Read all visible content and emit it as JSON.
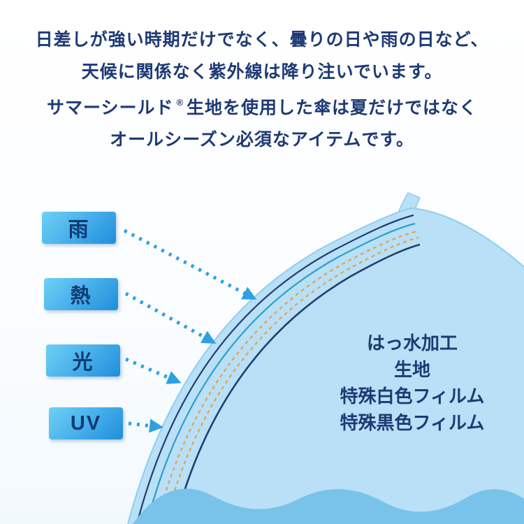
{
  "intro": {
    "line1": "日差しが強い時期だけでなく、曇りの日や雨の日など、",
    "line2": "天候に関係なく紫外線は降り注いでいます。",
    "line3": {
      "brand": "サマーシールド",
      "registered_mark": "®",
      "rest": "生地を使用した傘は夏だけではなく"
    },
    "line4": "オールシーズン必須なアイテムです。"
  },
  "factors": [
    {
      "id": "rain",
      "label": "雨"
    },
    {
      "id": "heat",
      "label": "熱"
    },
    {
      "id": "light",
      "label": "光"
    },
    {
      "id": "uv",
      "label": "UV"
    }
  ],
  "fabric_layers": [
    {
      "label": "はっ水加工"
    },
    {
      "label": "生地"
    },
    {
      "label": "特殊白色フィルム"
    },
    {
      "label": "特殊黒色フィルム"
    }
  ],
  "colors": {
    "text-navy": "#1e3a75",
    "canopy-fill": "#b9e0f6",
    "canopy-edge": "#8fcdf0",
    "scallop-fill": "#79c2ea",
    "label-gradient-start": "#6fd0f7",
    "label-gradient-end": "#1f8fdc",
    "label-text": "#103a72",
    "arrow-blue": "#2da0e2",
    "line-navy": "#1d3f72",
    "line-teal": "#2e9ec9",
    "line-gold": "#dfa24b"
  }
}
